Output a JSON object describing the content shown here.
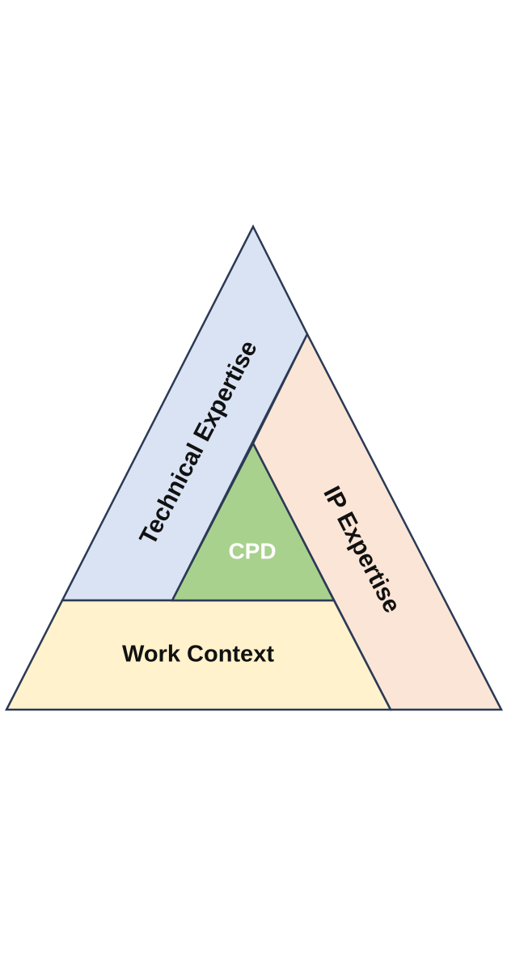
{
  "diagram": {
    "segments": {
      "technical": {
        "label": "Technical Expertise",
        "fill": "#dae3f3",
        "text_color": "#111111"
      },
      "ip": {
        "label": "IP Expertise",
        "fill": "#fbe5d6",
        "text_color": "#111111"
      },
      "work": {
        "label": "Work Context",
        "fill": "#fff2cc",
        "text_color": "#111111"
      },
      "cpd": {
        "label": "CPD",
        "fill": "#a9d18e",
        "text_color": "#ffffff"
      }
    },
    "outline_color": "#2b3a55"
  }
}
